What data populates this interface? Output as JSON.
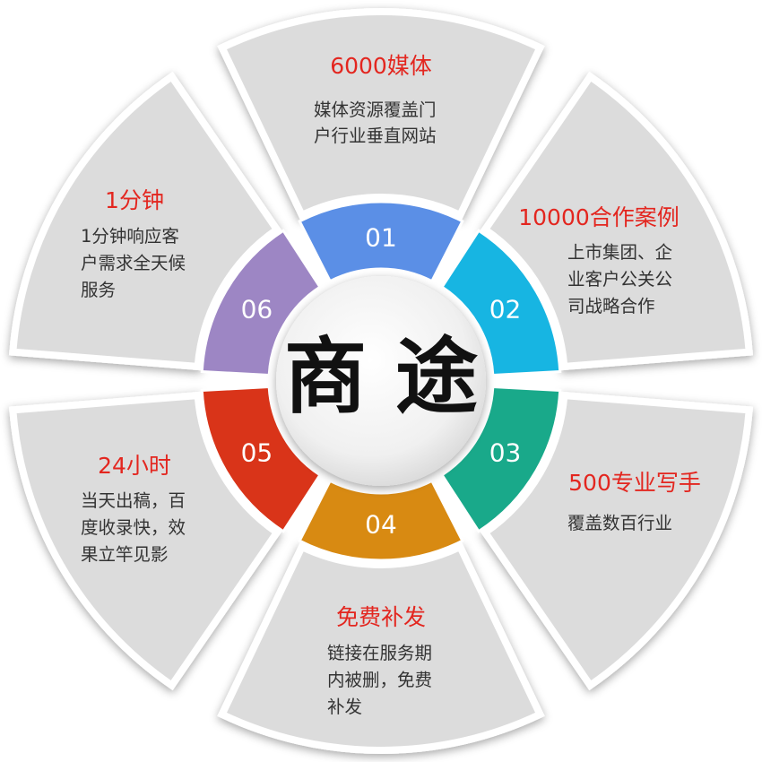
{
  "center": {
    "title": "商  途"
  },
  "colors": {
    "outer_segment": "#dcdcdc",
    "title_red": "#e3261f",
    "body_text": "#333333"
  },
  "segments": [
    {
      "number": "01",
      "color": "#5b8fe6",
      "title": "6000媒体",
      "lines": [
        "媒体资源覆盖门",
        "户行业垂直网站"
      ]
    },
    {
      "number": "02",
      "color": "#17b5e2",
      "title": "10000合作案例",
      "lines": [
        "上市集团、企",
        "业客户公关公",
        "司战略合作"
      ]
    },
    {
      "number": "03",
      "color": "#19a98a",
      "title": "500专业写手",
      "lines": [
        "覆盖数百行业"
      ]
    },
    {
      "number": "04",
      "color": "#d88a12",
      "title": "免费补发",
      "lines": [
        "链接在服务期",
        "内被删，免费",
        "补发"
      ]
    },
    {
      "number": "05",
      "color": "#d93419",
      "title": "24小时",
      "lines": [
        "当天出稿，百",
        "度收录快，效",
        "果立竿见影"
      ]
    },
    {
      "number": "06",
      "color": "#9d86c4",
      "title": "1分钟",
      "lines": [
        "1分钟响应客",
        "户需求全天候",
        "服务"
      ]
    }
  ]
}
